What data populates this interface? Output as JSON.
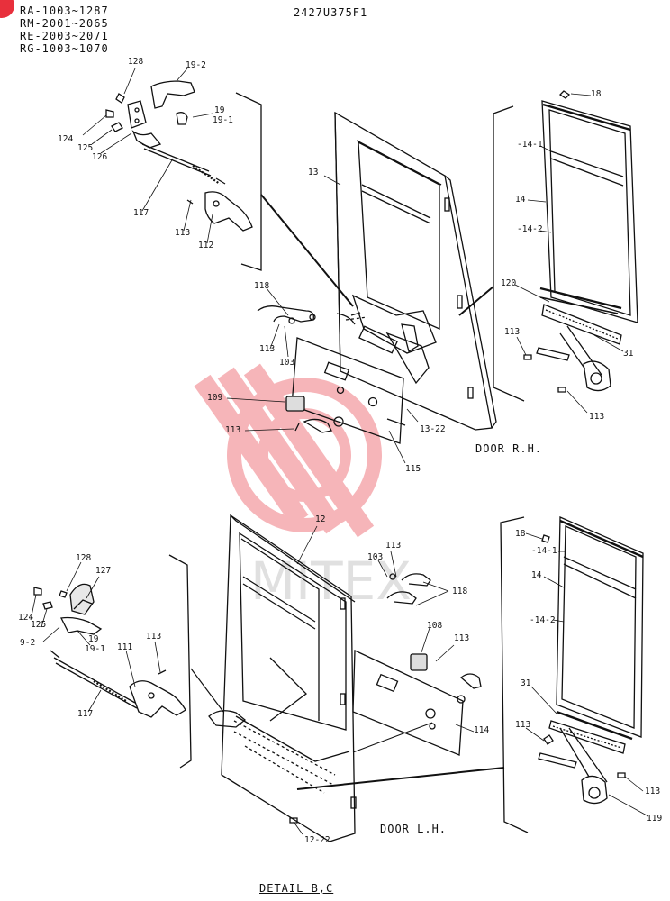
{
  "header": {
    "drawing_number": "2427U375F1",
    "serial_ranges": [
      "RA-1003~1287",
      "RM-2001~2065",
      "RE-2003~2071",
      "RG-1003~1070"
    ]
  },
  "watermark": {
    "text": "MITEX",
    "color": "#e8404a"
  },
  "corner_badge": {
    "color": "#e8303c"
  },
  "captions": {
    "door_rh": "DOOR R.H.",
    "door_lh": "DOOR L.H.",
    "detail": "DETAIL B,C"
  },
  "callouts_rh": {
    "c128": "128",
    "c19_2": "19-2",
    "c19": "19",
    "c19_1": "19-1",
    "c124": "124",
    "c125": "125",
    "c126": "126",
    "c117": "117",
    "c113a": "113",
    "c112": "112",
    "c13": "13",
    "c118": "118",
    "c113b": "113",
    "c103": "103",
    "c109": "109",
    "c113c": "113",
    "c115": "115",
    "c13_22": "13-22",
    "c18": "18",
    "c14_1": "-14-1",
    "c14": "14",
    "c14_2": "-14-2",
    "c120": "120",
    "c31": "31",
    "c113d": "113",
    "c113e": "113"
  },
  "callouts_lh": {
    "c12": "12",
    "c113a": "113",
    "c103": "103",
    "c118": "118",
    "c128": "128",
    "c127": "127",
    "c124": "124",
    "c125": "125",
    "c19_2": "9-2",
    "c19": "19",
    "c19_1": "19-1",
    "c111": "111",
    "c113b": "113",
    "c117": "117",
    "c108": "108",
    "c113c": "113",
    "c114": "114",
    "c12_22": "12-22",
    "c18": "18",
    "c14_1": "-14-1",
    "c14": "14",
    "c14_2": "-14-2",
    "c31": "31",
    "c113d": "113",
    "c113e": "113",
    "c119": "119"
  }
}
